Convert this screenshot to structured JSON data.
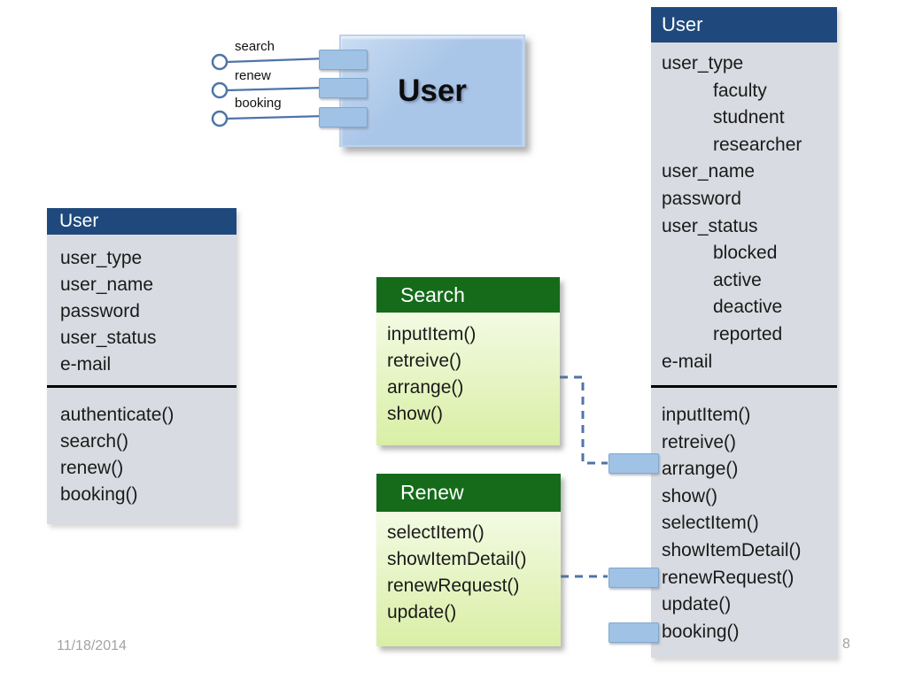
{
  "component": {
    "title": "User",
    "interfaces": [
      "search",
      "renew",
      "booking"
    ]
  },
  "left_class": {
    "title": "User",
    "attributes": [
      "user_type",
      "user_name",
      "password",
      "user_status",
      "e-mail"
    ],
    "methods": [
      "authenticate()",
      "search()",
      "renew()",
      "booking()"
    ]
  },
  "search_class": {
    "title": "Search",
    "methods": [
      "inputItem()",
      "retreive()",
      "arrange()",
      "show()"
    ]
  },
  "renew_class": {
    "title": "Renew",
    "methods": [
      "selectItem()",
      "showItemDetail()",
      "renewRequest()",
      "update()"
    ]
  },
  "right_class": {
    "title": "User",
    "attributes": [
      {
        "text": "user_type"
      },
      {
        "text": "faculty",
        "indent": true
      },
      {
        "text": "studnent",
        "indent": true
      },
      {
        "text": "researcher",
        "indent": true
      },
      {
        "text": "user_name"
      },
      {
        "text": "password"
      },
      {
        "text": "user_status"
      },
      {
        "text": "blocked",
        "indent": true
      },
      {
        "text": "active",
        "indent": true
      },
      {
        "text": "deactive",
        "indent": true
      },
      {
        "text": "reported",
        "indent": true
      },
      {
        "text": "e-mail"
      }
    ],
    "methods": [
      "inputItem()",
      "retreive()",
      "arrange()",
      "show()",
      "selectItem()",
      "showItemDetail()",
      "renewRequest()",
      "update()",
      "booking()"
    ]
  },
  "footer": {
    "date": "11/18/2014",
    "page": "8"
  },
  "colors": {
    "header_navy": "#1F497D",
    "class_body_gray": "#D8DBE1",
    "header_green": "#156B1A",
    "method_body_green_top": "#F3FAE3",
    "method_body_green_bottom": "#D9EFA5",
    "component_blue": "#A9C5E8",
    "port_blue": "#9FC2E5",
    "port_border": "#7FA8CE",
    "connector_blue": "#4F74A8",
    "footer_gray": "#A3A3A3"
  }
}
